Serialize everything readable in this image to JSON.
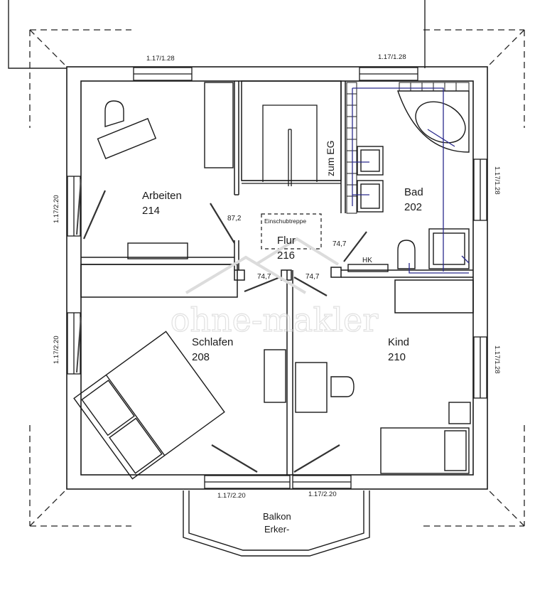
{
  "rooms": {
    "arbeiten": {
      "name": "Arbeiten",
      "number": "214"
    },
    "bad": {
      "name": "Bad",
      "number": "202"
    },
    "flur": {
      "name": "Flur",
      "number": "216"
    },
    "schlafen": {
      "name": "Schlafen",
      "number": "208"
    },
    "kind": {
      "name": "Kind",
      "number": "210"
    }
  },
  "labels": {
    "stairs": "zum EG",
    "attic_hatch": "Einschubtreppe",
    "radiator": "HK",
    "balcony_line1": "Balkon",
    "balcony_line2": "Erker-"
  },
  "windows": {
    "top_left": "1.17/1.28",
    "top_right": "1.17/1.28",
    "left_upper": "1.17/2.20",
    "left_lower": "1.17/2.20",
    "right_upper": "1.17/1.28",
    "right_lower": "1.17/1.28",
    "bottom_left": "1.17/2.20",
    "bottom_right": "1.17/2.20"
  },
  "doors": {
    "arbeiten": "87,2",
    "bad": "74,7",
    "schlafen": "74,7",
    "kind": "74,7"
  },
  "watermark": "ohne-makler",
  "colors": {
    "wall": "#1a1a1a",
    "plumbing": "#2a2a8c",
    "watermark": "#d0d0d0"
  }
}
